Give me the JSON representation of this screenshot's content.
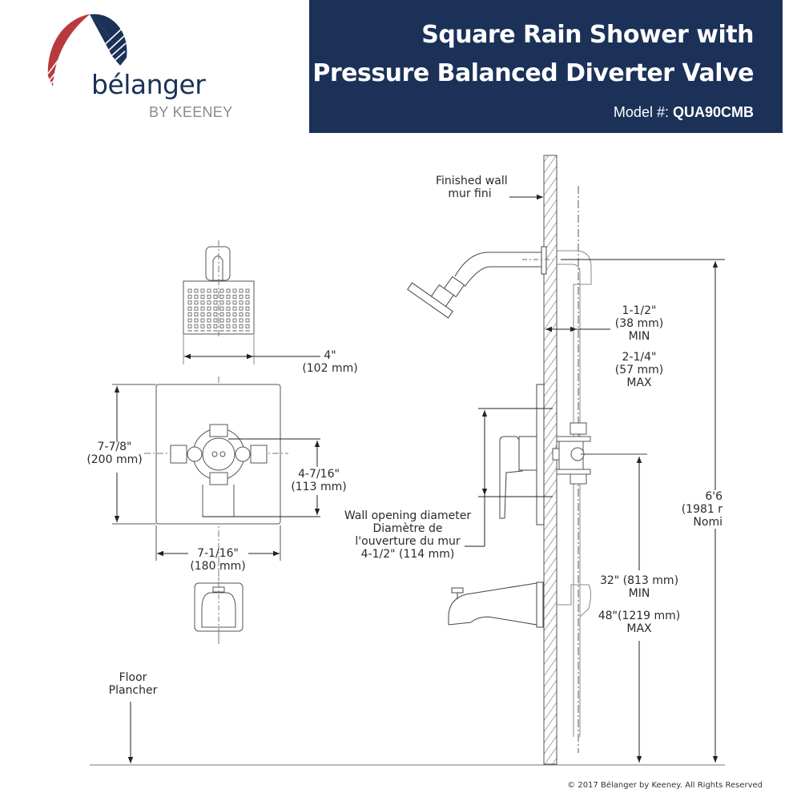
{
  "brand": {
    "name": "bélanger",
    "sub": "BY KEENEY",
    "colors": {
      "navy": "#1b3158",
      "red": "#b83a3e",
      "gray": "#8a8a8a"
    }
  },
  "header": {
    "title_line1": "Square Rain Shower with",
    "title_line2": "Pressure Balanced Diverter Valve",
    "model_label": "Model #:",
    "model_value": "QUA90CMB",
    "background": "#1b3158"
  },
  "labels": {
    "finished_wall": [
      "Finished wall",
      "mur fini"
    ],
    "showerhead_width": [
      "4\"",
      "(102 mm)"
    ],
    "trim_height": [
      "7-7/8\"",
      "(200 mm)"
    ],
    "valve_offset": [
      "4-7/16\"",
      "(113 mm)"
    ],
    "trim_width": [
      "7-1/16\"",
      "(180 mm)"
    ],
    "wall_opening": [
      "Wall opening diameter",
      "Diamètre de",
      "l'ouverture du mur",
      "4-1/2\" (114 mm)"
    ],
    "depth_min": [
      "1-1/2\"",
      "(38 mm)",
      "MIN"
    ],
    "depth_max": [
      "2-1/4\"",
      "(57 mm)",
      "MAX"
    ],
    "shower_height": [
      "6'6",
      "(1981 r",
      "Nomi"
    ],
    "valve_height_min": [
      "32\" (813 mm)",
      "MIN"
    ],
    "valve_height_max": [
      "48\"(1219 mm)",
      "MAX"
    ],
    "floor": [
      "Floor",
      "Plancher"
    ]
  },
  "footer": {
    "copyright": "© 2017 Bélanger by Keeney. All Rights Reserved"
  }
}
